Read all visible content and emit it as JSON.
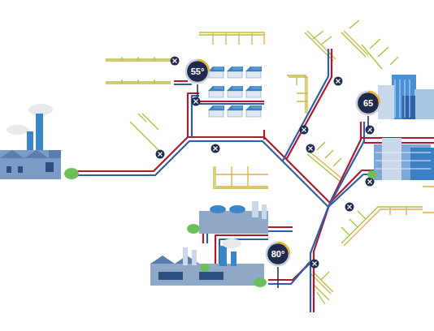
{
  "diagram": {
    "nodes": [
      {
        "text": [
          "55°"
        ]
      },
      {
        "text": [
          "65"
        ]
      },
      {
        "text": [
          "80°"
        ]
      }
    ]
  }
}
